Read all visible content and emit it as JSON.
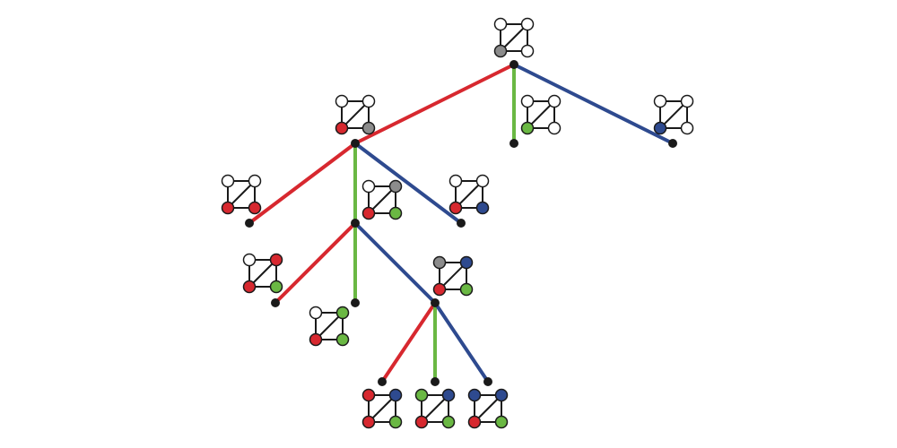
{
  "colors": {
    "red": "#d7282f",
    "green": "#6ab843",
    "blue": "#2e4a8f",
    "gray": "#8c8c8c",
    "white": "#ffffff",
    "ink": "#1a1a1a"
  },
  "tree": {
    "nodes": [
      {
        "id": "root",
        "state": [
          "white",
          "white",
          "white",
          "gray"
        ]
      },
      {
        "id": "n1",
        "parent": "root",
        "edge": "red",
        "state": [
          "white",
          "white",
          "gray",
          "red"
        ]
      },
      {
        "id": "n2",
        "parent": "root",
        "edge": "green",
        "state": [
          "white",
          "white",
          "white",
          "green"
        ]
      },
      {
        "id": "n3",
        "parent": "root",
        "edge": "blue",
        "state": [
          "white",
          "white",
          "white",
          "blue"
        ]
      },
      {
        "id": "n11",
        "parent": "n1",
        "edge": "red",
        "state": [
          "white",
          "white",
          "red",
          "red"
        ]
      },
      {
        "id": "n12",
        "parent": "n1",
        "edge": "green",
        "state": [
          "white",
          "gray",
          "green",
          "red"
        ]
      },
      {
        "id": "n13",
        "parent": "n1",
        "edge": "blue",
        "state": [
          "white",
          "white",
          "blue",
          "red"
        ]
      },
      {
        "id": "n121",
        "parent": "n12",
        "edge": "red",
        "state": [
          "white",
          "red",
          "green",
          "red"
        ]
      },
      {
        "id": "n122",
        "parent": "n12",
        "edge": "green",
        "state": [
          "white",
          "green",
          "green",
          "red"
        ]
      },
      {
        "id": "n123",
        "parent": "n12",
        "edge": "blue",
        "state": [
          "gray",
          "blue",
          "green",
          "red"
        ]
      },
      {
        "id": "n1231",
        "parent": "n123",
        "edge": "red",
        "state": [
          "red",
          "blue",
          "green",
          "red"
        ]
      },
      {
        "id": "n1232",
        "parent": "n123",
        "edge": "green",
        "state": [
          "green",
          "blue",
          "green",
          "red"
        ]
      },
      {
        "id": "n1233",
        "parent": "n123",
        "edge": "blue",
        "state": [
          "blue",
          "blue",
          "green",
          "red"
        ]
      }
    ]
  }
}
